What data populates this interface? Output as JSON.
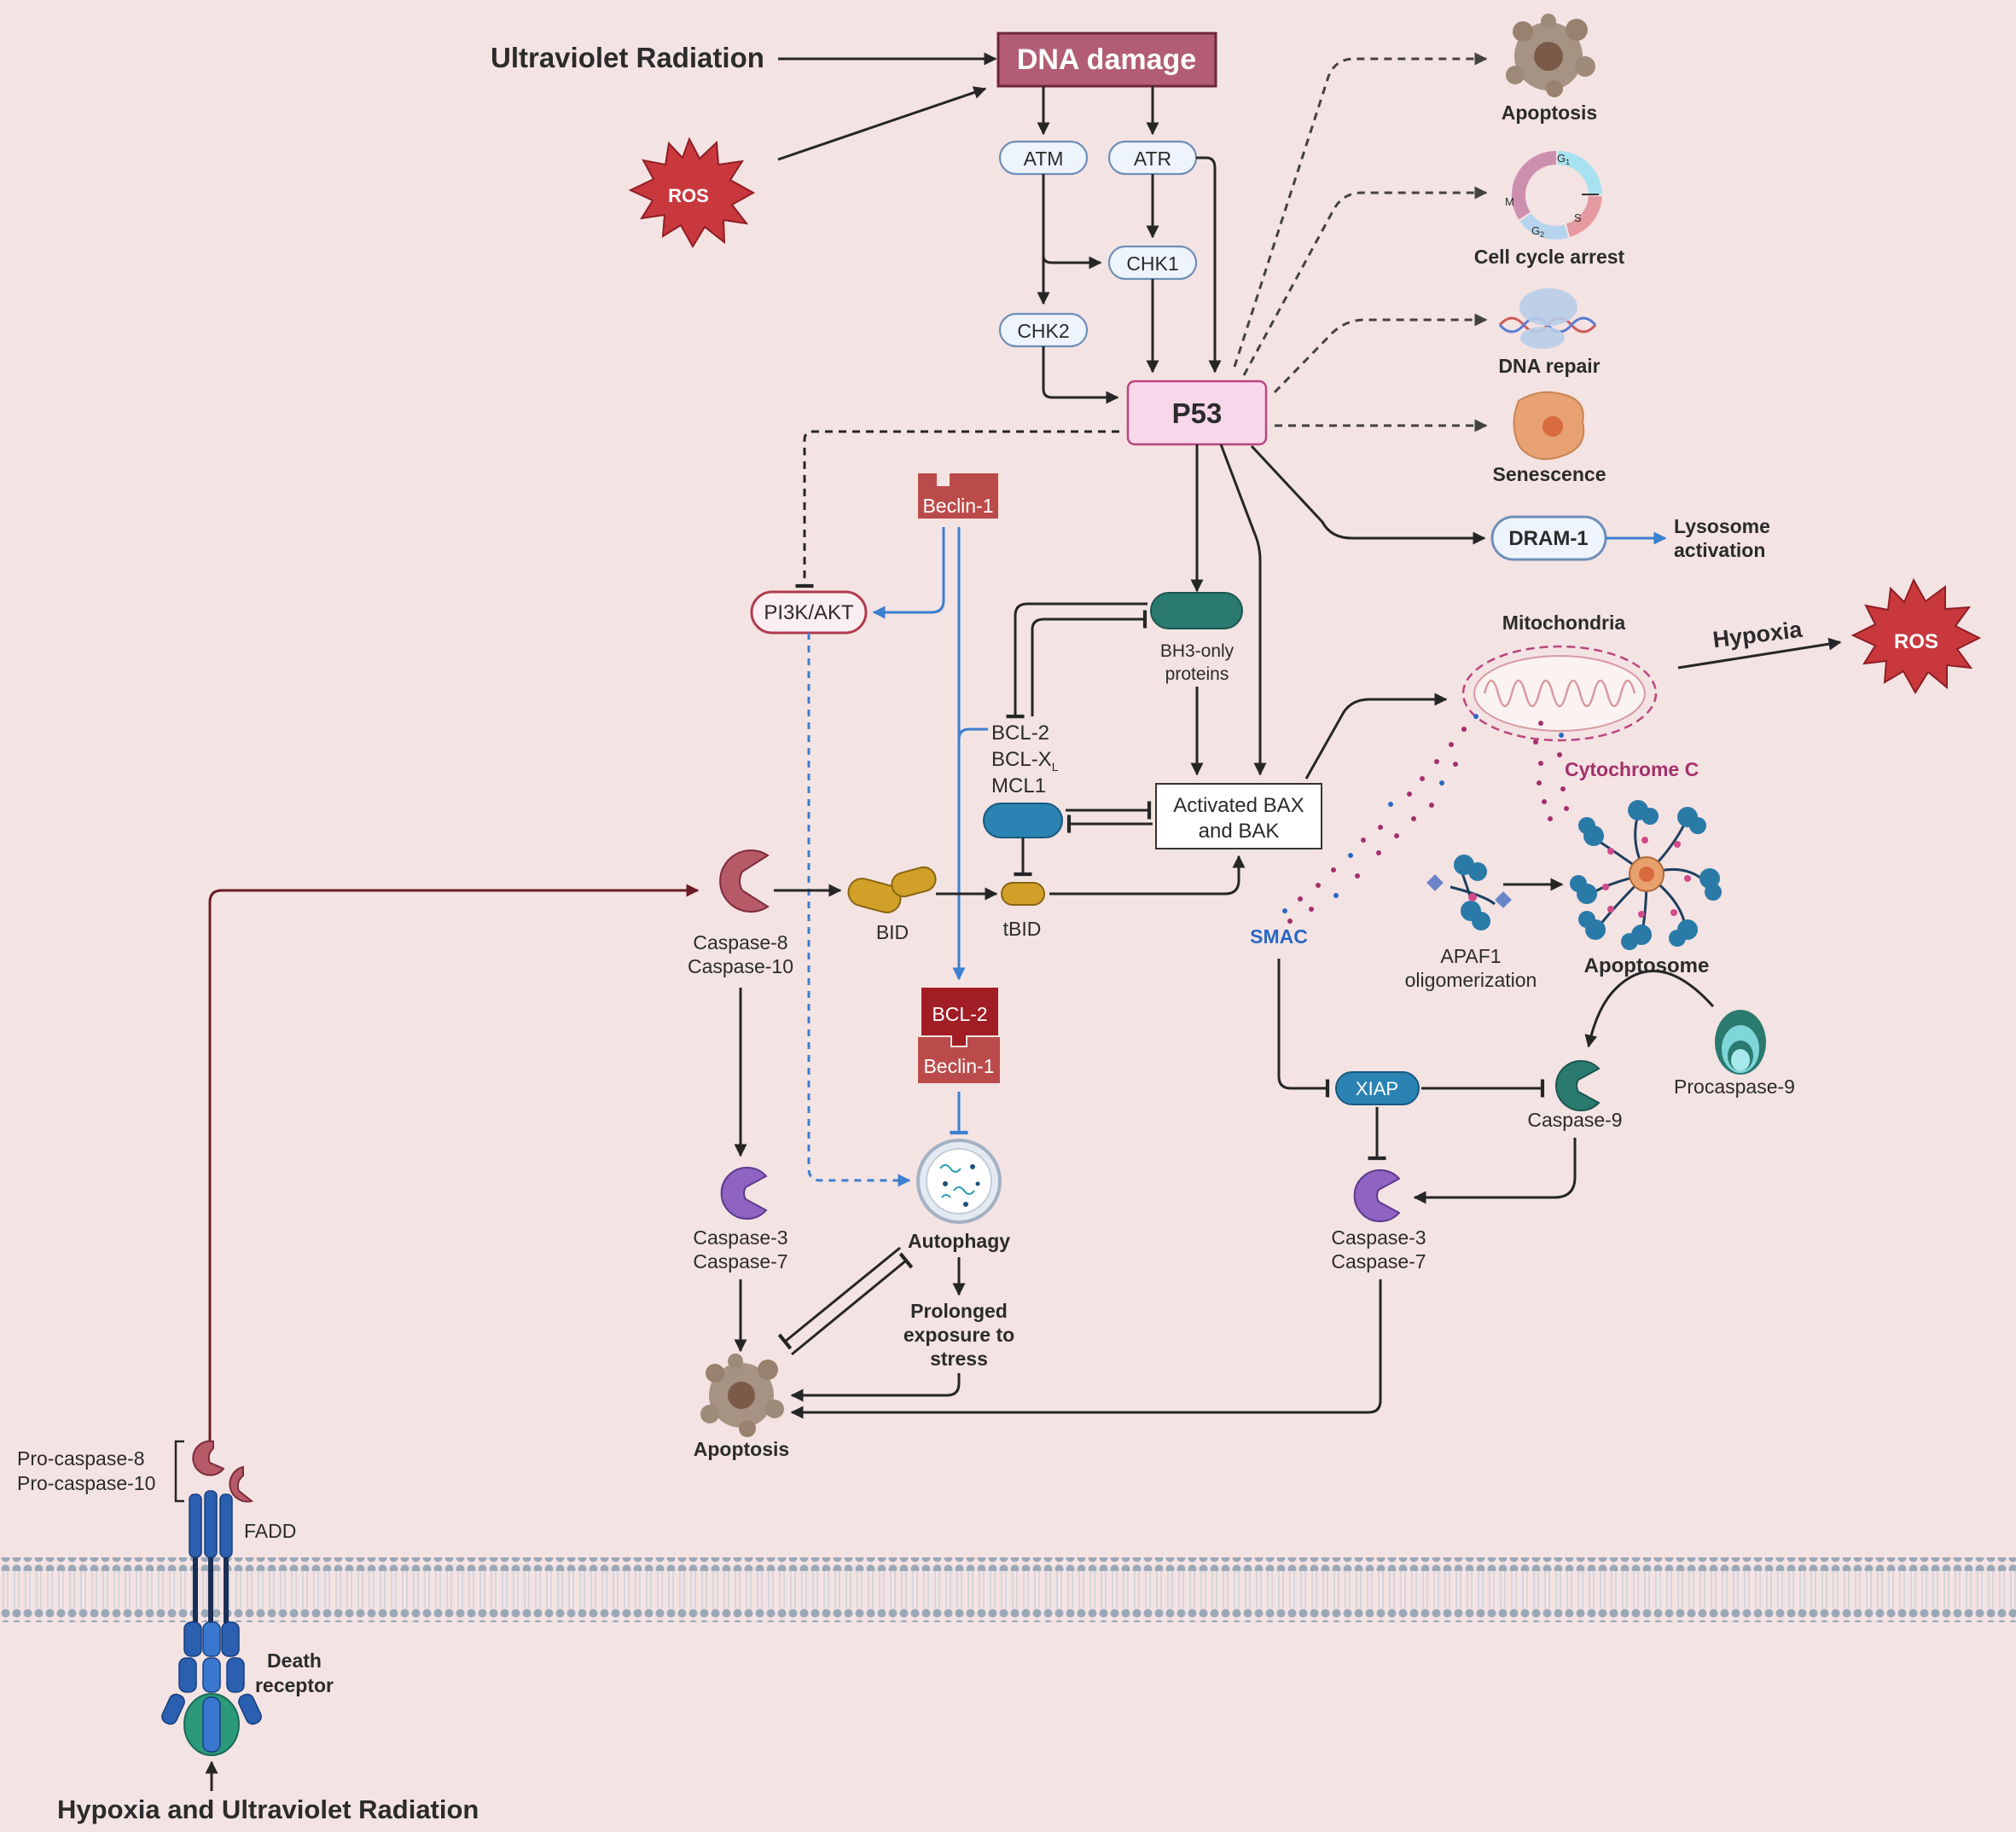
{
  "inputs": {
    "uv_radiation": "Ultraviolet Radiation",
    "ros_top": "ROS",
    "ros_right": "ROS",
    "hypoxia": "Hypoxia",
    "hypoxia_uv": "Hypoxia and Ultraviolet Radiation"
  },
  "nodes": {
    "dna_damage": "DNA damage",
    "atm": "ATM",
    "atr": "ATR",
    "chk1": "CHK1",
    "chk2": "CHK2",
    "p53": "P53",
    "dram1": "DRAM-1",
    "lysosome_line1": "Lysosome",
    "lysosome_line2": "activation",
    "beclin1": "Beclin-1",
    "pi3k_akt": "PI3K/AKT",
    "bh3_line1": "BH3-only",
    "bh3_line2": "proteins",
    "bcl2_family": [
      "BCL-2",
      "BCL-X",
      "MCL1"
    ],
    "bclxl_subscript": "L",
    "bax_line1": "Activated BAX",
    "bax_line2": "and BAK",
    "mitochondria": "Mitochondria",
    "cytochrome_c": "Cytochrome C",
    "smac": "SMAC",
    "apaf1_line1": "APAF1",
    "apaf1_line2": "oligomerization",
    "apoptosome": "Apoptosome",
    "procaspase9": "Procaspase-9",
    "caspase9": "Caspase-9",
    "xiap": "XIAP",
    "caspase8_line1": "Caspase-8",
    "caspase8_line2": "Caspase-10",
    "bid": "BID",
    "tbid": "tBID",
    "bcl2_complex": "BCL-2",
    "beclin1_complex": "Beclin-1",
    "autophagy": "Autophagy",
    "prolonged": [
      "Prolonged",
      "exposure to",
      "stress"
    ],
    "caspase37_left_line1": "Caspase-3",
    "caspase37_left_line2": "Caspase-7",
    "caspase37_right_line1": "Caspase-3",
    "caspase37_right_line2": "Caspase-7",
    "apoptosis_bottom": "Apoptosis",
    "procaspase8": "Pro-caspase-8",
    "procaspase10": "Pro-caspase-10",
    "fadd": "FADD",
    "death_receptor_line1": "Death",
    "death_receptor_line2": "receptor"
  },
  "outcomes": {
    "apoptosis": "Apoptosis",
    "cell_cycle_arrest": "Cell cycle arrest",
    "dna_repair": "DNA repair",
    "senescence": "Senescence",
    "cycle_phases": {
      "g1": "G",
      "g1_sub": "1",
      "m": "M",
      "s": "S",
      "g2": "G",
      "g2_sub": "2"
    }
  },
  "colors": {
    "background": "#f4e3e3",
    "dna_damage_box": "#b25d73",
    "p53_box": "#f8d7ea",
    "teal": "#2a7a70",
    "caspase8": "#b65a68",
    "purple_caspase": "#8e63c2",
    "bid_gold": "#d1a028",
    "ros_red": "#c8383d",
    "bcl2_dark": "#a11e24",
    "beclin_red": "#bb4b4a",
    "blue_arrow": "#3a7fd0",
    "magenta_text": "#a3306b",
    "smac_blue": "#2868c4"
  }
}
